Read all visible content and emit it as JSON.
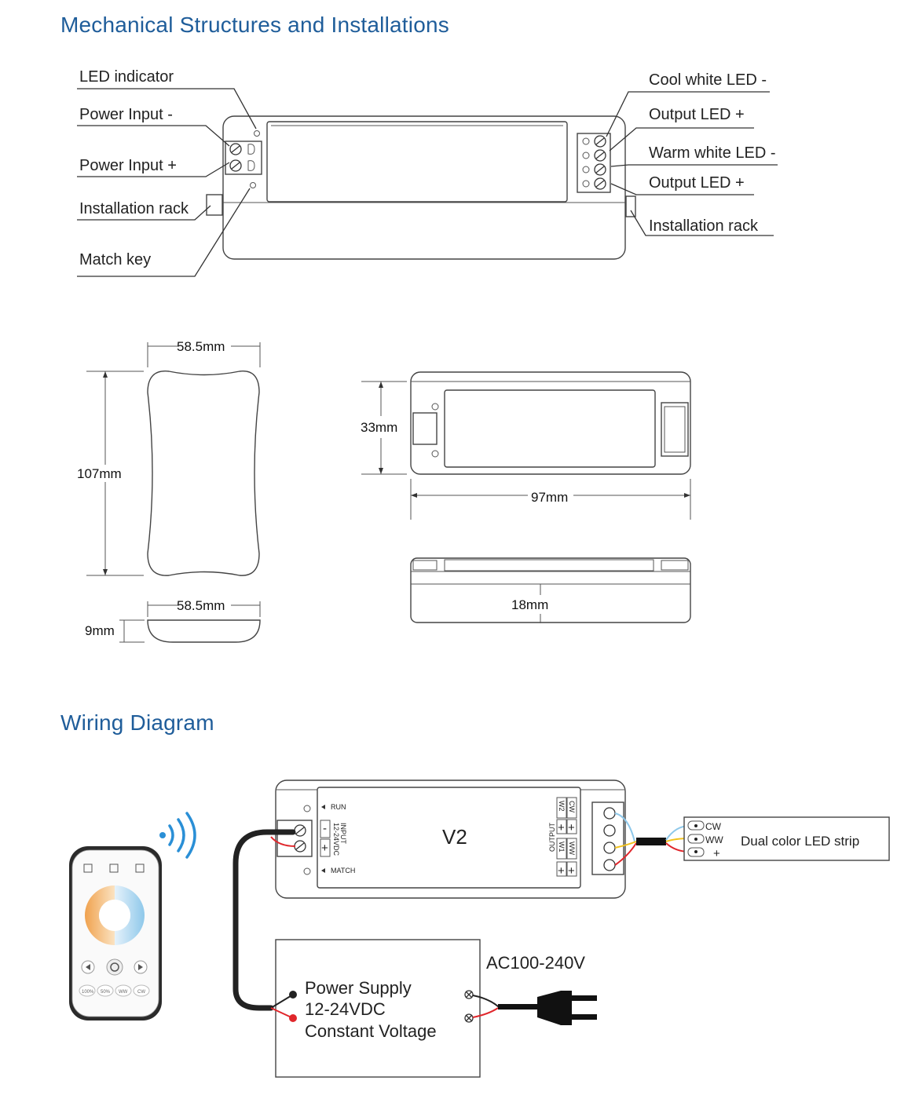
{
  "sections": {
    "mechanical_title": "Mechanical Structures and Installations",
    "wiring_title": "Wiring Diagram"
  },
  "callouts": {
    "left": [
      "LED indicator",
      "Power Input -",
      "Power Input +",
      "Installation rack",
      "Match key"
    ],
    "right": [
      "Cool white LED -",
      "Output LED +",
      "Warm white LED -",
      "Output LED +",
      "Installation rack"
    ]
  },
  "dimensions": {
    "remote_width": "58.5mm",
    "remote_height": "107mm",
    "remote_depth_width": "58.5mm",
    "remote_thickness": "9mm",
    "receiver_height": "33mm",
    "receiver_length": "97mm",
    "receiver_thickness": "18mm"
  },
  "wiring": {
    "controller_model": "V2",
    "run_label": "RUN",
    "match_label": "MATCH",
    "input_label": "INPUT",
    "input_voltage": "12-24VDC",
    "input_minus": "-",
    "input_plus": "+",
    "output_label": "OUTPUT",
    "w2": "W2",
    "cw": "CW",
    "w1": "W1",
    "ww": "WW",
    "plus": "+",
    "psu_line1": "Power Supply",
    "psu_line2": "12-24VDC",
    "psu_line3": "Constant Voltage",
    "ac_label": "AC100-240V",
    "strip_label": "Dual color LED strip",
    "strip_cw": "CW",
    "strip_ww": "WW",
    "strip_plus": "+",
    "remote_buttons": [
      "100%",
      "50%",
      "WW",
      "CW"
    ]
  },
  "colors": {
    "title": "#1f5d9a",
    "signal": "#2a8fd6",
    "wire_red": "#e0262b",
    "wire_yellow": "#f2c21b",
    "wire_blue": "#8ec8ea",
    "warm": "#f0b26a",
    "cool": "#a9d3f2"
  }
}
